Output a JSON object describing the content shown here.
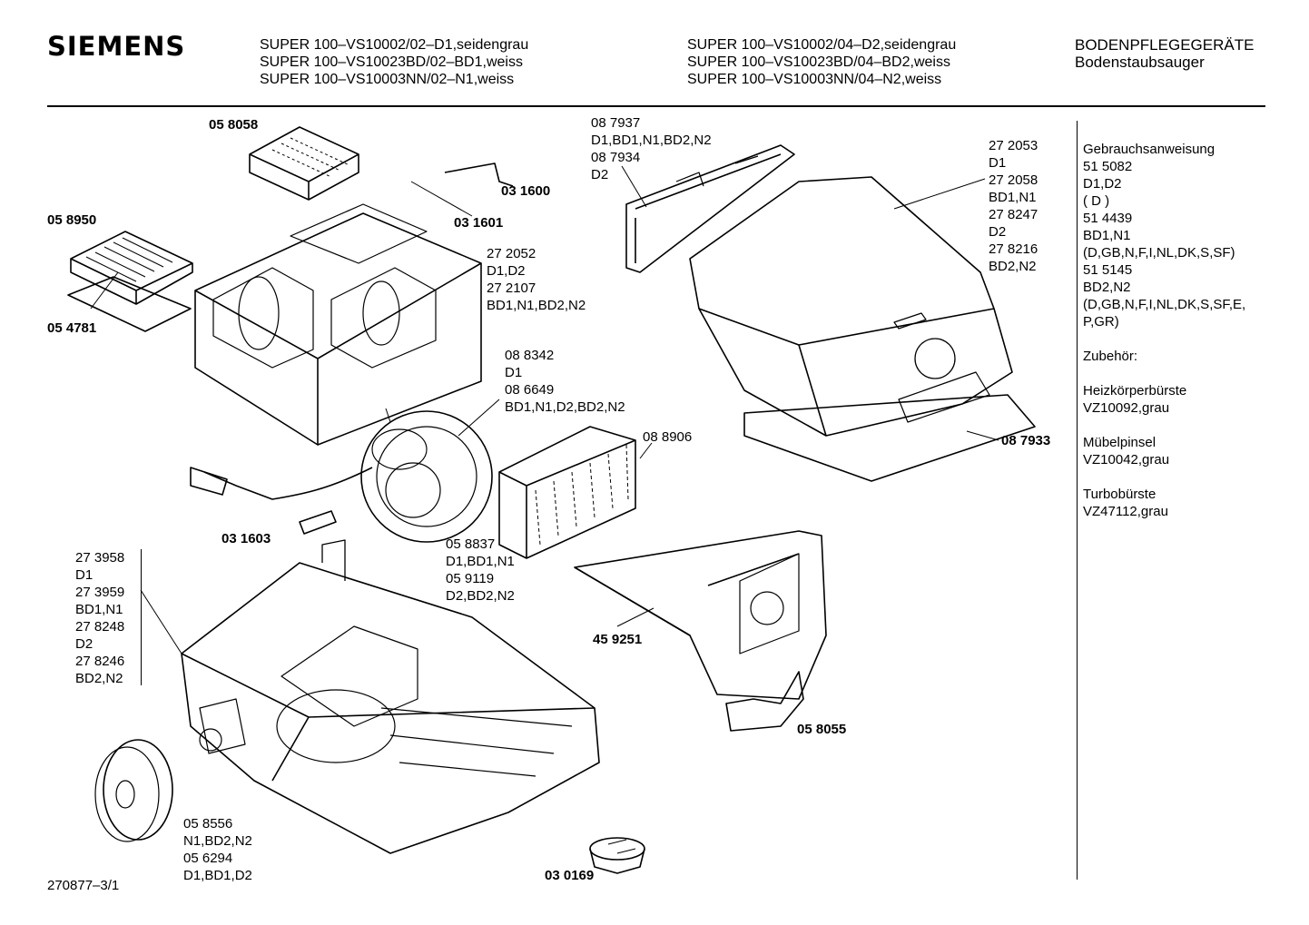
{
  "brand": "SIEMENS",
  "header": {
    "models_left": [
      "SUPER 100–VS10002/02–D1,seidengrau",
      "SUPER 100–VS10023BD/02–BD1,weiss",
      "SUPER 100–VS10003NN/02–N1,weiss"
    ],
    "models_right": [
      "SUPER 100–VS10002/04–D2,seidengrau",
      "SUPER 100–VS10023BD/04–BD2,weiss",
      "SUPER 100–VS10003NN/04–N2,weiss"
    ],
    "category": "BODENPFLEGEGERÄTE",
    "subcategory": "Bodenstaubsauger"
  },
  "parts": {
    "p058058": "05 8058",
    "p031600": "03 1600",
    "p031601": "03 1601",
    "p058950": "05 8950",
    "p054781": "05 4781",
    "cover_lid": [
      "27 2052",
      "D1,D2",
      "27 2107",
      "BD1,N1,BD2,N2"
    ],
    "top_flap": [
      "08 7937",
      "D1,BD1,N1,BD2,N2",
      "08 7934",
      "D2"
    ],
    "hood": [
      "27 2053",
      "D1",
      "27 2058",
      "BD1,N1",
      "27 8247",
      "D2",
      "27 8216",
      "BD2,N2"
    ],
    "motor": [
      "08 8342",
      "D1",
      "08 6649",
      "BD1,N1,D2,BD2,N2"
    ],
    "p088906": "08 8906",
    "p087933": "08 7933",
    "p031603": "03 1603",
    "filter": [
      "05 8837",
      "D1,BD1,N1",
      "05 9119",
      "D2,BD2,N2"
    ],
    "housing": [
      "27 3958",
      "D1",
      "27 3959",
      "BD1,N1",
      "27 8248",
      "D2",
      "27 8246",
      "BD2,N2"
    ],
    "p459251": "45 9251",
    "p058055": "05 8055",
    "wheel": [
      "05 8556",
      "N1,BD2,N2",
      "05 6294",
      "D1,BD1,D2"
    ],
    "p030169": "03 0169"
  },
  "sidebar": {
    "manual": [
      "Gebrauchsanweisung",
      "51 5082",
      "D1,D2",
      "( D )",
      "51 4439",
      "BD1,N1",
      "(D,GB,N,F,I,NL,DK,S,SF)",
      "51 5145",
      "BD2,N2",
      "(D,GB,N,F,I,NL,DK,S,SF,E,",
      "P,GR)"
    ],
    "accessories_title": "Zubehör:",
    "acc1": [
      "Heizkörperbürste",
      "VZ10092,grau"
    ],
    "acc2": [
      "Mübelpinsel",
      "VZ10042,grau"
    ],
    "acc3": [
      "Turbobürste",
      "VZ47112,grau"
    ]
  },
  "drawing_number": "270877–3/1"
}
